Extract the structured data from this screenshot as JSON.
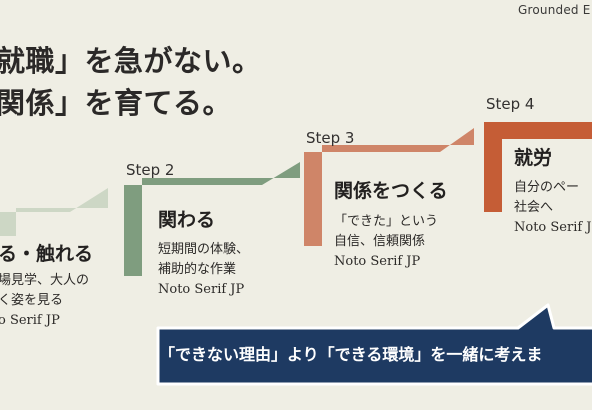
{
  "brand": "Grounded E",
  "headline": {
    "line1": "就職」を急がない。",
    "line2": "関係」を育てる。"
  },
  "steps": [
    {
      "label": "",
      "title": "る・触れる",
      "desc": [
        "場見学、大人の",
        "く姿を見る",
        "o Serif JP"
      ]
    },
    {
      "label": "Step 2",
      "title": "関わる",
      "desc": [
        "短期間の体験、",
        "補助的な作業",
        "Noto Serif JP"
      ]
    },
    {
      "label": "Step 3",
      "title": "関係をつくる",
      "desc": [
        "「できた」という",
        "自信、信頼関係",
        "Noto Serif JP"
      ]
    },
    {
      "label": "Step 4",
      "title": "就労",
      "desc": [
        "自分のペー",
        "社会へ",
        "Noto Serif JP"
      ]
    }
  ],
  "callout": {
    "text": "「できない理由」より「できる環境」を一緒に考えま"
  },
  "colors": {
    "background": "#efeee4",
    "step1": "#c7d2bf",
    "step2": "#7f9d7f",
    "step3": "#cf8568",
    "step4": "#c55d36",
    "callout_fill": "#1e3a62",
    "callout_border": "#ffffff"
  }
}
